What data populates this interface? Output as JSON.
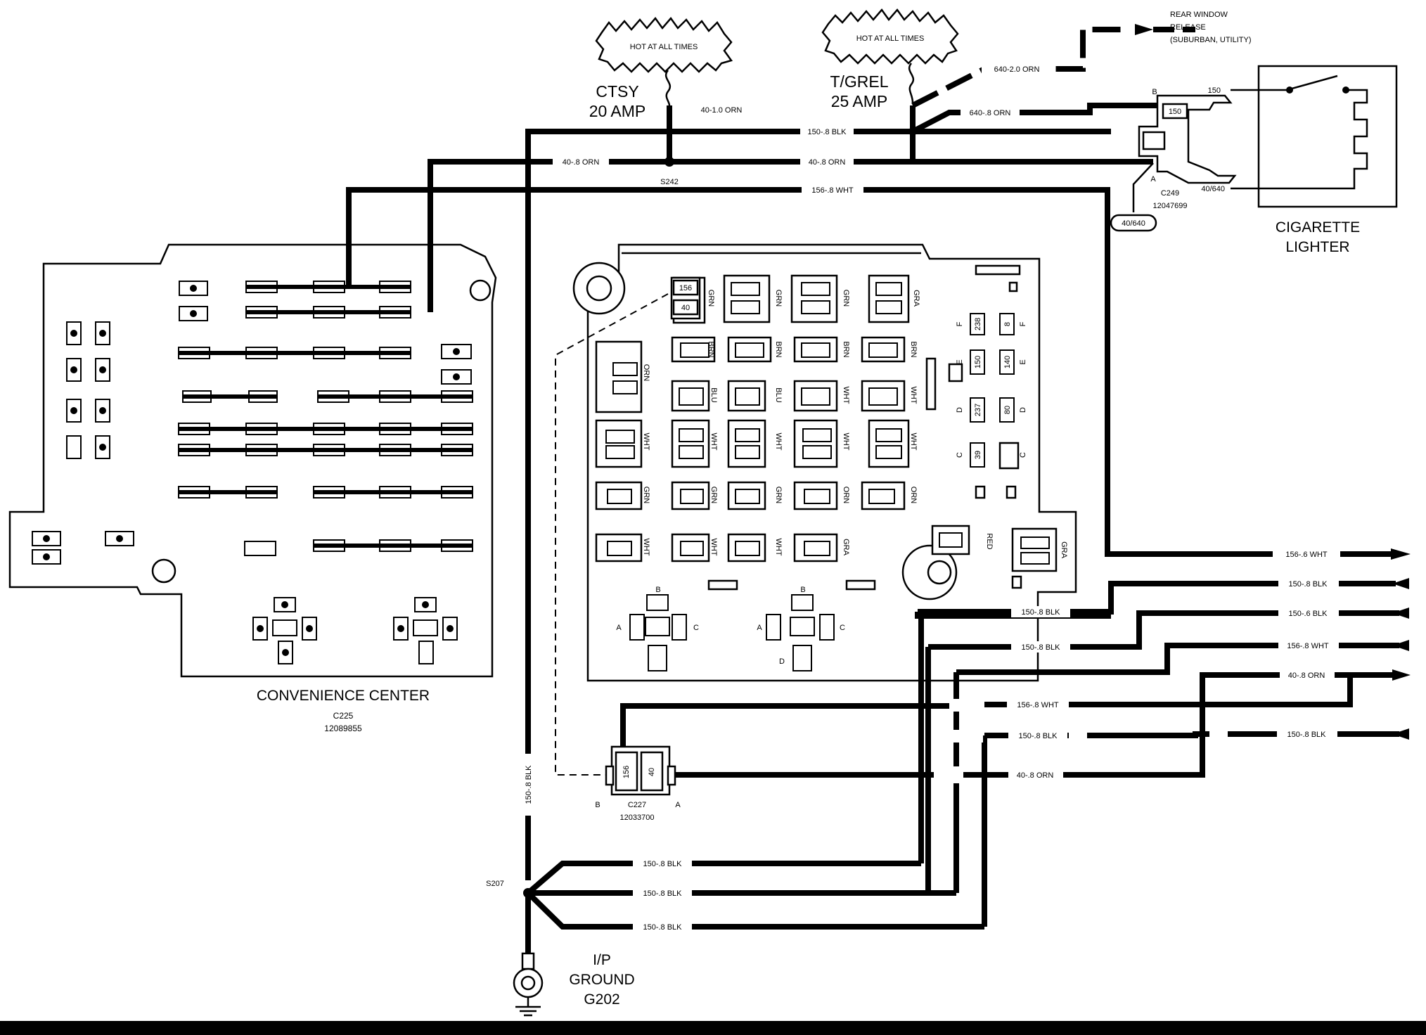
{
  "labels": {
    "hot_a": "HOT AT ALL TIMES",
    "hot_b": "HOT AT ALL TIMES",
    "ctsy_1": "CTSY",
    "ctsy_2": "20 AMP",
    "tgrel_1": "T/GREL",
    "tgrel_2": "25 AMP",
    "rear_1": "REAR WINDOW",
    "rear_2": "RELEASE",
    "rear_3": "(SUBURBAN, UTILITY)",
    "lighter_1": "CIGARETTE",
    "lighter_2": "LIGHTER",
    "conv_title": "CONVENIENCE CENTER",
    "conv_conn": "C225",
    "conv_part": "12089855",
    "c249": "C249",
    "c249_part": "12047699",
    "c249_a": "A",
    "c249_b": "B",
    "pin_150": "150",
    "pin_40640": "40/640",
    "oval_40640": "40/640",
    "s242": "S242",
    "s207": "S207",
    "c227": "C227",
    "c227_part": "12033700",
    "c227_a": "A",
    "c227_b": "B",
    "ground_1": "I/P",
    "ground_2": "GROUND",
    "ground_3": "G202"
  },
  "wires": {
    "w40_1_orn": "40-1.0 ORN",
    "w150_blk_top": "150-.8 BLK",
    "w40_orn_left": "40-.8 ORN",
    "w40_orn_mid": "40-.8 ORN",
    "w156_wht_top": "156-.8 WHT",
    "w640_2_orn": "640-2.0 ORN",
    "w640_8_orn": "640-.8 ORN",
    "w150_blk_vert": "150-.8 BLK",
    "r156_wht": "156-.6 WHT",
    "r150_blk_a": "150-.8 BLK",
    "r150_blk_b": "150-.6 BLK",
    "r156_wht_b": "156-.8 WHT",
    "r40_orn": "40-.8 ORN",
    "r150_blk_c": "150-.8 BLK",
    "m150_blk_a": "150-.8 BLK",
    "m150_blk_b": "150-.8 BLK",
    "m156_wht": "156-.8 WHT",
    "m150_blk_c": "150-.8 BLK",
    "m40_orn": "40-.8 ORN",
    "g150_blk_a": "150-.8 BLK",
    "g150_blk_b": "150-.8 BLK",
    "g150_blk_c": "150-.8 BLK"
  },
  "fuse_panel": {
    "c1_top": "156",
    "c1_bot": "40",
    "right_cells": [
      "238",
      "8",
      "150",
      "140",
      "237",
      "80",
      "39"
    ],
    "row_letters": [
      "F",
      "E",
      "D",
      "C"
    ],
    "color_codes": [
      "GRN",
      "GRN",
      "GRA",
      "ORN",
      "BRN",
      "BRN",
      "BRN",
      "BRN",
      "BLU",
      "BLU",
      "WHT",
      "WHT",
      "WHT",
      "WHT",
      "WHT",
      "WHT",
      "GRN",
      "GRN",
      "GRN",
      "ORN",
      "ORN",
      "WHT",
      "WHT",
      "WHT",
      "GRA",
      "RED",
      "GRA"
    ],
    "relay_letters": [
      "A",
      "B",
      "C",
      "A",
      "B",
      "C",
      "D"
    ]
  },
  "c227_pins": {
    "left": "156",
    "right": "40"
  }
}
